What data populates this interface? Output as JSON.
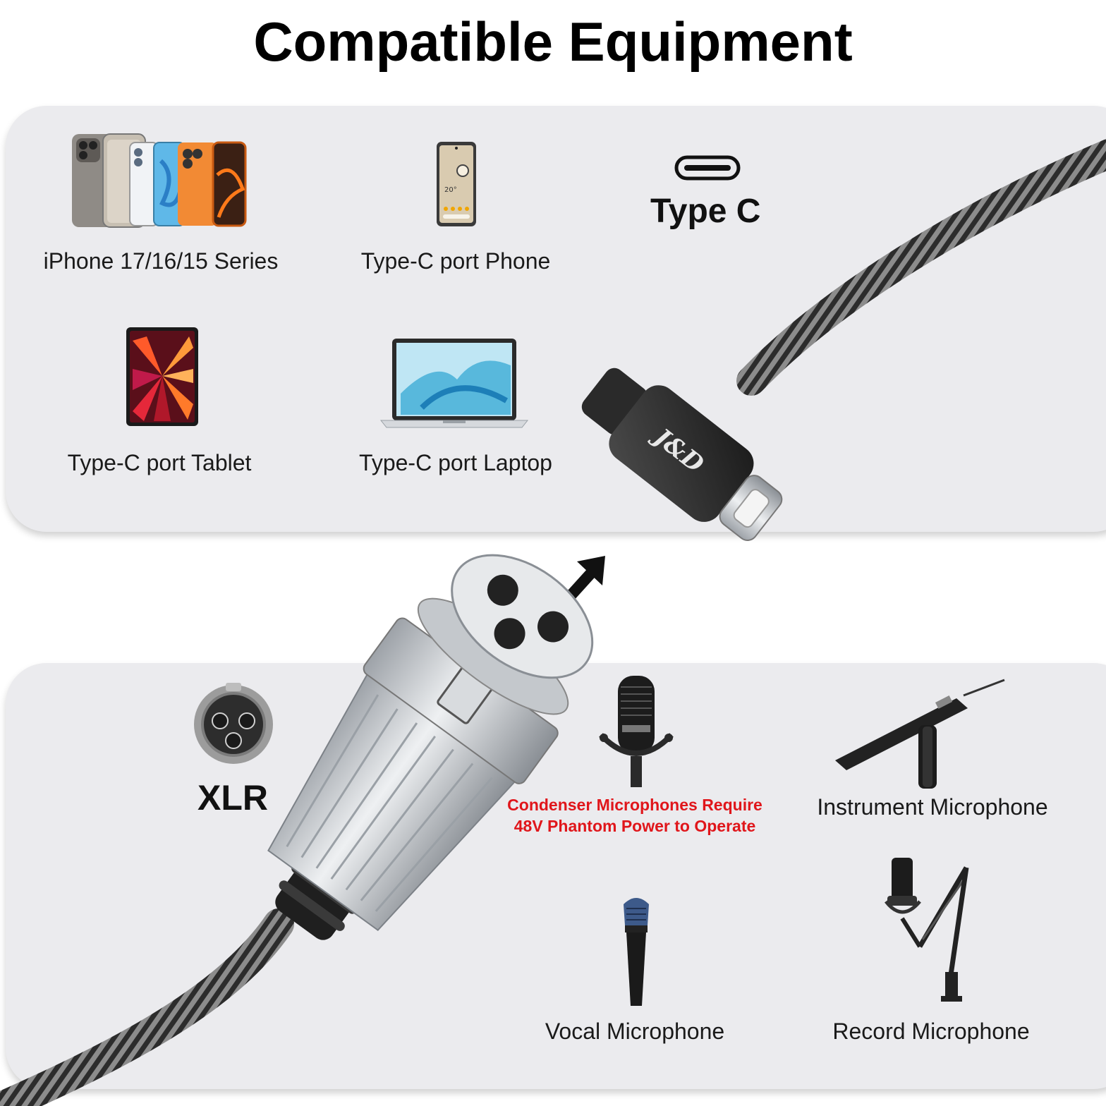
{
  "title": "Compatible Equipment",
  "colors": {
    "panel": "#ebebee",
    "warning": "#e0161b",
    "cable": "#2a2a2a",
    "metal": "#c9cdd2"
  },
  "top_panel": {
    "port_label": "Type C",
    "port_icon": "usb-c-port-icon",
    "devices": [
      {
        "label": "iPhone 17/16/15 Series",
        "icon": "iphone-lineup-icon"
      },
      {
        "label": "Type-C port Phone",
        "icon": "android-phone-icon"
      },
      {
        "label": "Type-C port Tablet",
        "icon": "tablet-icon"
      },
      {
        "label": "Type-C port Laptop",
        "icon": "laptop-icon"
      }
    ]
  },
  "connector": {
    "brand_mark": "J&D"
  },
  "bottom_panel": {
    "port_label": "XLR",
    "port_icon": "xlr-female-icon",
    "warning": {
      "line1": "Condenser Microphones Require",
      "line2": "48V Phantom Power to Operate"
    },
    "devices": [
      {
        "label": "Instrument Microphone",
        "icon": "shotgun-microphone-icon"
      },
      {
        "label": "Vocal Microphone",
        "icon": "handheld-microphone-icon"
      },
      {
        "label": "Record Microphone",
        "icon": "boom-arm-microphone-icon"
      }
    ],
    "condenser_icon": "condenser-microphone-icon"
  }
}
